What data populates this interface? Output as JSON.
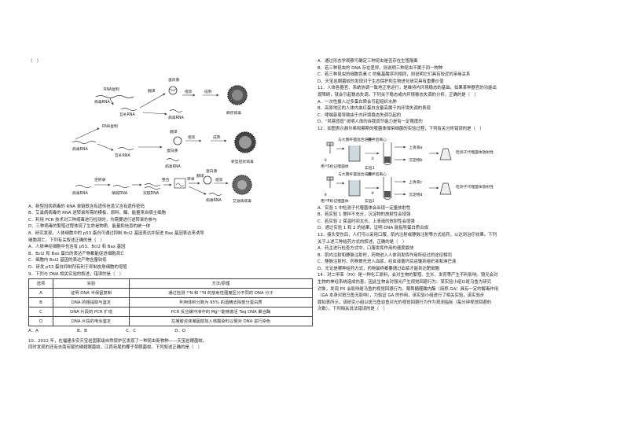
{
  "left": {
    "q_stub": "（　）",
    "diagram": {
      "row1": {
        "rna_copy": "RNA复制",
        "virus_rna": "病毒RNA",
        "complementary": "互补RNA",
        "translate": "翻译",
        "protein": "蛋白质",
        "assemble": "组装",
        "mature": "成熟",
        "progeny_rna": "病毒RNA",
        "virus_name": "麻疹病毒"
      },
      "row2": {
        "rna_copy": "RNA复制",
        "virus_rna": "病毒RNA",
        "complementary": "互补RNA",
        "translate": "翻译",
        "protein": "蛋白质",
        "assemble": "组装",
        "mature": "成熟",
        "progeny_rna": "病毒RNA",
        "virus_name": "新型冠状病毒"
      },
      "row3": {
        "rt": "逆转录",
        "virus_rna": "病毒RNA",
        "single_dna": "单链DNA",
        "double_dna": "双链DNA",
        "integrate": "整合",
        "transcribe": "转录",
        "translate": "翻译",
        "protein": "蛋白质",
        "assemble": "组装",
        "progeny_rna": "病毒RNA",
        "virus_name": "艾滋病病毒"
      }
    },
    "lines": [
      "A．新型冠状病毒的 RNA 单链既含有遗传信息又含有遗传密码",
      "B．艾滋病病毒的 RNA 逆转录所需的模板、原料、酶、能量来自宿主细胞",
      "C．利用 PCR 技术对三种病毒进行检测时，均需要进行逆转录的参与",
      "D．三种病毒的繁殖过程体现了生命是物质、能量和信息的统一体",
      "8．研究发现，人体细胞中的 p53 蛋白可通过抑制 Bcl2 基因表达并促进 Bax 基因表达来诱导",
      "细胞凋亡。下列有关叙述正确的是（　）",
      "A．人体神经细胞中也含有 p53、Bcl2 和 Bax 基因",
      "B．Bcl2 和 Bax 蛋白的表达产物都能促进细胞凋亡",
      "C．细胞内 Bcl2 基因的表达产物含量较低",
      "D．研发 p53 蛋白抑制剂有利于抑制皮肤细胞的增殖",
      "9．下列与 DNA 相关实验的叙述，错误的是（　）"
    ],
    "table": {
      "headers": [
        "选项",
        "实验",
        "方法/原理"
      ],
      "rows": [
        [
          "A",
          "证明 DNA 半保留复制",
          "通过检测 ¹⁵N 和 ¹⁴N 的放射性强度区分不同的 DNA 分子"
        ],
        [
          "B",
          "DNA 的粗提取与鉴定",
          "利用体积分数为 95% 的酒精去除部分蛋白质"
        ],
        [
          "C",
          "DNA 片段的 PCR 扩增",
          "PCR 反应缓冲液中的 Mg²⁺能够激活 Taq DNA 聚合酶"
        ],
        [
          "D",
          "DNA 片段的电泳鉴定",
          "在凝胶溶液凝固前加入核酸染料以便对 DNA 进行染色"
        ]
      ]
    },
    "abcd": [
      "A．A",
      "B．B",
      "C．C",
      "D．D"
    ],
    "q10": [
      "10．2022 年，在福建永安天宝岩国家级自然保护区发现了一种昆虫新物种——天宝岩眼菌蚊。",
      "同时发现的还有去南宛尾的磷翅眼菌蚊，江西宛尾的椰子草眼菌蚊。下列叙述正确的是（　）"
    ]
  },
  "right": {
    "top_lines": [
      "A．通过形态学观察可确定三种昆虫是否存在生殖隔离",
      "B．若三种昆虫的 DNA 存在差异，则说明三种昆虫不属于同一物种",
      "C．若三种昆虫的细胞色素 C 的氨基酸序列相同，则说明它们具有较近的亲缘关系",
      "D．天宝岩眼菌蚊的发现对于生态保护和生物进化研究具有重要价值",
      "11．人体各器官、系统协调一致地正常运行，是维持内环境稳态的基础。如果某种器官的功能出",
      "现障碍，就会引起稳态失调。下列关于稳态或内环境稳态失调的分析，正确的是（　）",
      "A．一次性摄入过多蛋白质会引起组织水肿",
      "B．高原地区的人体内血红蛋白含量高属于内环境失调的表现",
      "C．哮喘容易导致由于内环境稳态失调引起的",
      "D．“风寒感冒”说明人体的自我调节能力是有一定限度的",
      "12．如图表示赫尔希和蔡斯的噬菌体侵染细菌的实验过程，下列有关分析错误的是（　）"
    ],
    "exp1": {
      "label_left": "与大肠杆菌混合培养",
      "step": "搅拌后离心",
      "sup": "上清液a",
      "sed": "沉淀物b",
      "detect": "检测子代噬菌体放射性",
      "phage": "用³⁵S标记噬菌体",
      "title": "实验1",
      "n1": "①",
      "n2": "②"
    },
    "exp2": {
      "label_left": "与大肠杆菌混合培养",
      "step": "搅拌后离心",
      "sup": "上清液c",
      "sed": "沉淀物d",
      "detect": "检测子代噬菌体放射性",
      "phage": "用³²P标记噬菌体",
      "title": "实验2",
      "n1": "③",
      "n2": "④"
    },
    "bottom_lines": [
      "A．实验 1 中检测子代噬菌体会出现一定量放射性",
      "B．若实验 1 搅拌不充分，沉淀物的放射性会增强",
      "C．若实验 2 保温时间太长，上清液的放射性会增强",
      "D．通过实验 1 和 2 的结果，证明 DNA 能指导蛋白质合成",
      "13．接头受伤后，人们可以采用口服、肌内注射或静脉注射等方式给药，以达到治疗效果。下列",
      "关于上述三种给药方式的叙述，正确的是（　）",
      "A．药主进行检查方式中，口服发挥作用的速度最快",
      "B．肌内注射和静脉注射时，药物进入人体到发挥作用所经过的途径相同",
      "C．静脉注射时，药物首先进入血浆，经血液循环后运输到组织液和淋巴液",
      "D．无论是哪种给药方式，药物最终都要通过血浆才能到达靶细胞",
      "14．对二甲苯（PX）是一种化工原料，会对生物的繁殖、生长、发育等产生不利影响。镜光会对",
      "生物的神经系统造成伤害，因此生物会对强光产生视觉回避行为。某实验小组以斑马鱼为研究",
      "对象，发现 PX 会影响斑马鱼的视觉回避行为，葡萄糖醛酸内酯（简称 GA）具有一定的解毒作用",
      "（GA 本身对斑马鱼无影响），为验证 GA 的作用，该实验小组进行了相关实验，该实验步",
      "骤如表所示，该研究小组以斑马鱼幼鱼对光的视觉回避行为作为观测指标（每分钟视觉回避的",
      "次数）。下列相关说法错误的是（　）"
    ]
  }
}
